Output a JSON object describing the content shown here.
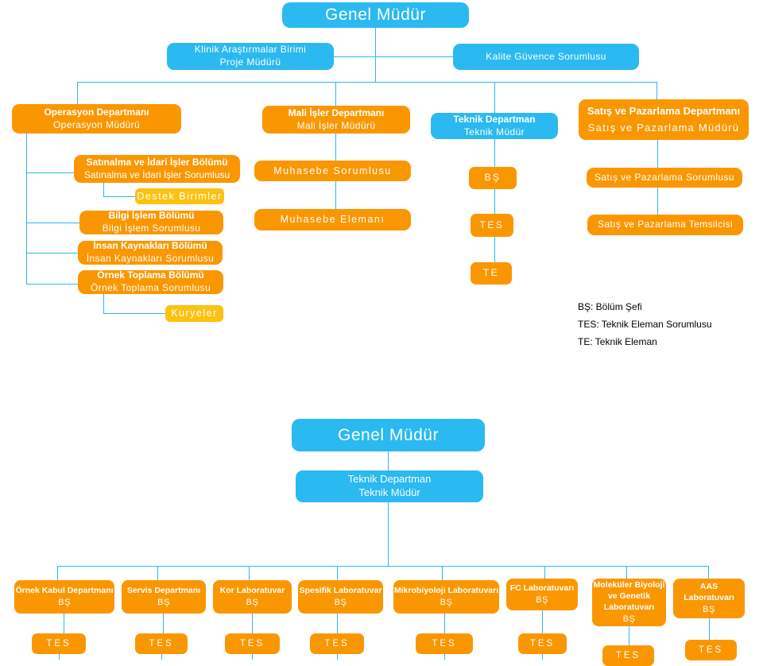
{
  "colors": {
    "box_blue": "#2AB9F0",
    "box_orange": "#FA9700",
    "box_yellow": "#FDC110",
    "connector": "#2AB9F0",
    "legend_text": "#000000"
  },
  "chart1": {
    "root": {
      "title": "Genel Müdür"
    },
    "klinik": {
      "line1": "Klinik Araştırmalar Birimi",
      "line2": "Proje Müdürü"
    },
    "kalite": {
      "title": "Kalite Güvence Sorumlusu"
    },
    "operasyon": {
      "title": "Operasyon Departmanı",
      "subtitle": "Operasyon Müdürü"
    },
    "satinalma": {
      "title": "Satınalma ve İdari İşler Bölümü",
      "subtitle": "Satınalma ve İdari İşler Sorumlusu"
    },
    "destek": {
      "title": "Destek Birimler"
    },
    "bilgi": {
      "title": "Bilgi İşlem Bölümü",
      "subtitle": "Bilgi İşlem Sorumlusu"
    },
    "insan": {
      "title": "İnsan Kaynakları Bölümü",
      "subtitle": "İnsan Kaynakları Sorumlusu"
    },
    "ornek": {
      "title": "Örnek Toplama Bölümü",
      "subtitle": "Örnek Toplama Sorumlusu"
    },
    "kuryeler": {
      "title": "Kuryeler"
    },
    "mali": {
      "title": "Mali İşler Departmanı",
      "subtitle": "Mali İşler Müdürü"
    },
    "muhasebe_sorumlusu": {
      "title": "Muhasebe Sorumlusu"
    },
    "muhasebe_elemani": {
      "title": "Muhasebe Elemanı"
    },
    "teknik": {
      "title": "Teknik Departman",
      "subtitle": "Teknik Müdür"
    },
    "bs": {
      "title": "BŞ"
    },
    "tes": {
      "title": "TES"
    },
    "te": {
      "title": "TE"
    },
    "satis": {
      "title": "Satış ve Pazarlama Departmanı",
      "subtitle": "Satış ve Pazarlama  Müdürü"
    },
    "satis_sorumlusu": {
      "title": "Satış ve Pazarlama  Sorumlusu"
    },
    "satis_temsilcisi": {
      "title": "Satış ve Pazarlama Temsilcisi"
    },
    "legend": {
      "items": [
        "BŞ: Bölüm Şefi",
        "TES: Teknik Eleman Sorumlusu",
        "TE: Teknik Eleman"
      ]
    }
  },
  "chart2": {
    "root": {
      "title": "Genel Müdür"
    },
    "teknik": {
      "line1": "Teknik Departman",
      "line2": "Teknik Müdür"
    },
    "departments": [
      {
        "line1": "Örnek Kabul Departmanı",
        "sub": "BŞ",
        "tes": "TES"
      },
      {
        "line1": "Servis Departmanı",
        "sub": "BŞ",
        "tes": "TES"
      },
      {
        "line1": "Kor Laboratuvar",
        "sub": "BŞ",
        "tes": "TES"
      },
      {
        "line1": "Spesifik Laboratuvar",
        "sub": "BŞ",
        "tes": "TES"
      },
      {
        "line1": "Mikrobiyoloji Laboratuvarı",
        "sub": "BŞ",
        "tes": "TES"
      },
      {
        "line1": "FC Laboratuvarı",
        "sub": "BŞ",
        "tes": "TES"
      },
      {
        "line1": "Moleküler Biyoloji",
        "line2": "ve Genetik",
        "line3": "Laboratuvarı",
        "sub": "BŞ",
        "tes": "TES"
      },
      {
        "line1": "AAS",
        "line2": "Laboratuvarı",
        "sub": "BŞ",
        "tes": "TES"
      }
    ]
  }
}
